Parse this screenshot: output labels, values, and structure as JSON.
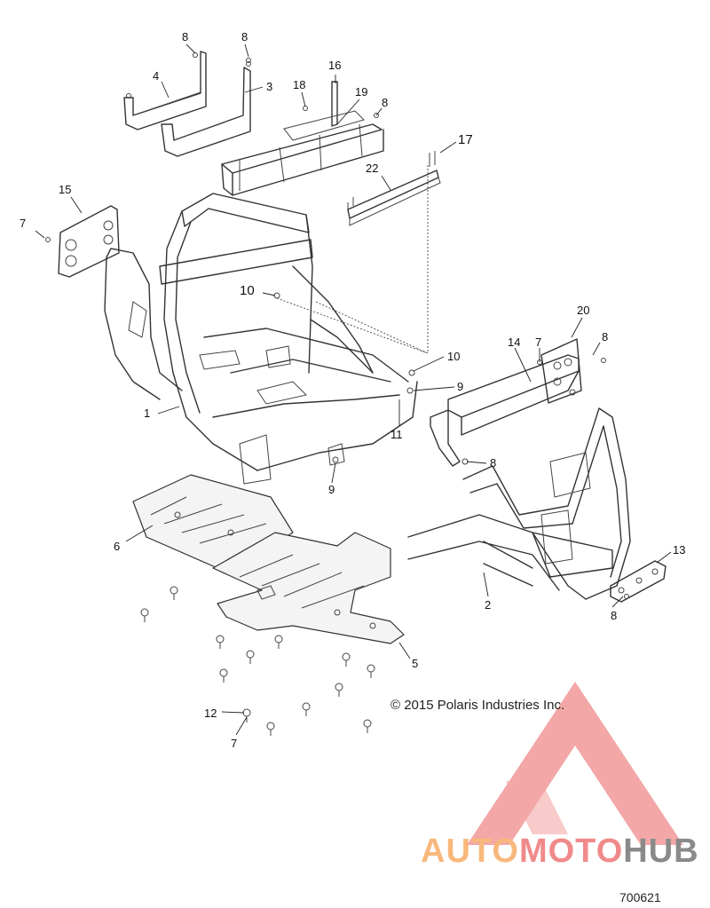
{
  "copyright": "© 2015 Polaris Industries Inc.",
  "figure_number": "700621",
  "watermark": {
    "part1": "AUTO",
    "part2": "MOTO",
    "part3": "HUB",
    "colors": {
      "auto": "#f8b87c",
      "moto": "#f08a8a",
      "hub": "#8a8a8a",
      "triangle": "#f08a8a"
    }
  },
  "callouts": {
    "c8a": "8",
    "c8b": "8",
    "c4": "4",
    "c3": "3",
    "c16": "16",
    "c18": "18",
    "c19": "19",
    "c8c": "8",
    "c17": "17",
    "c22": "22",
    "c15": "15",
    "c7a": "7",
    "c10a": "10",
    "c20": "20",
    "c14": "14",
    "c7b": "7",
    "c8d": "8",
    "c10b": "10",
    "c9a": "9",
    "c1": "1",
    "c11": "11",
    "c8e": "8",
    "c9b": "9",
    "c6": "6",
    "c13": "13",
    "c2": "2",
    "c8f": "8",
    "c5": "5",
    "c12": "12",
    "c7c": "7"
  }
}
